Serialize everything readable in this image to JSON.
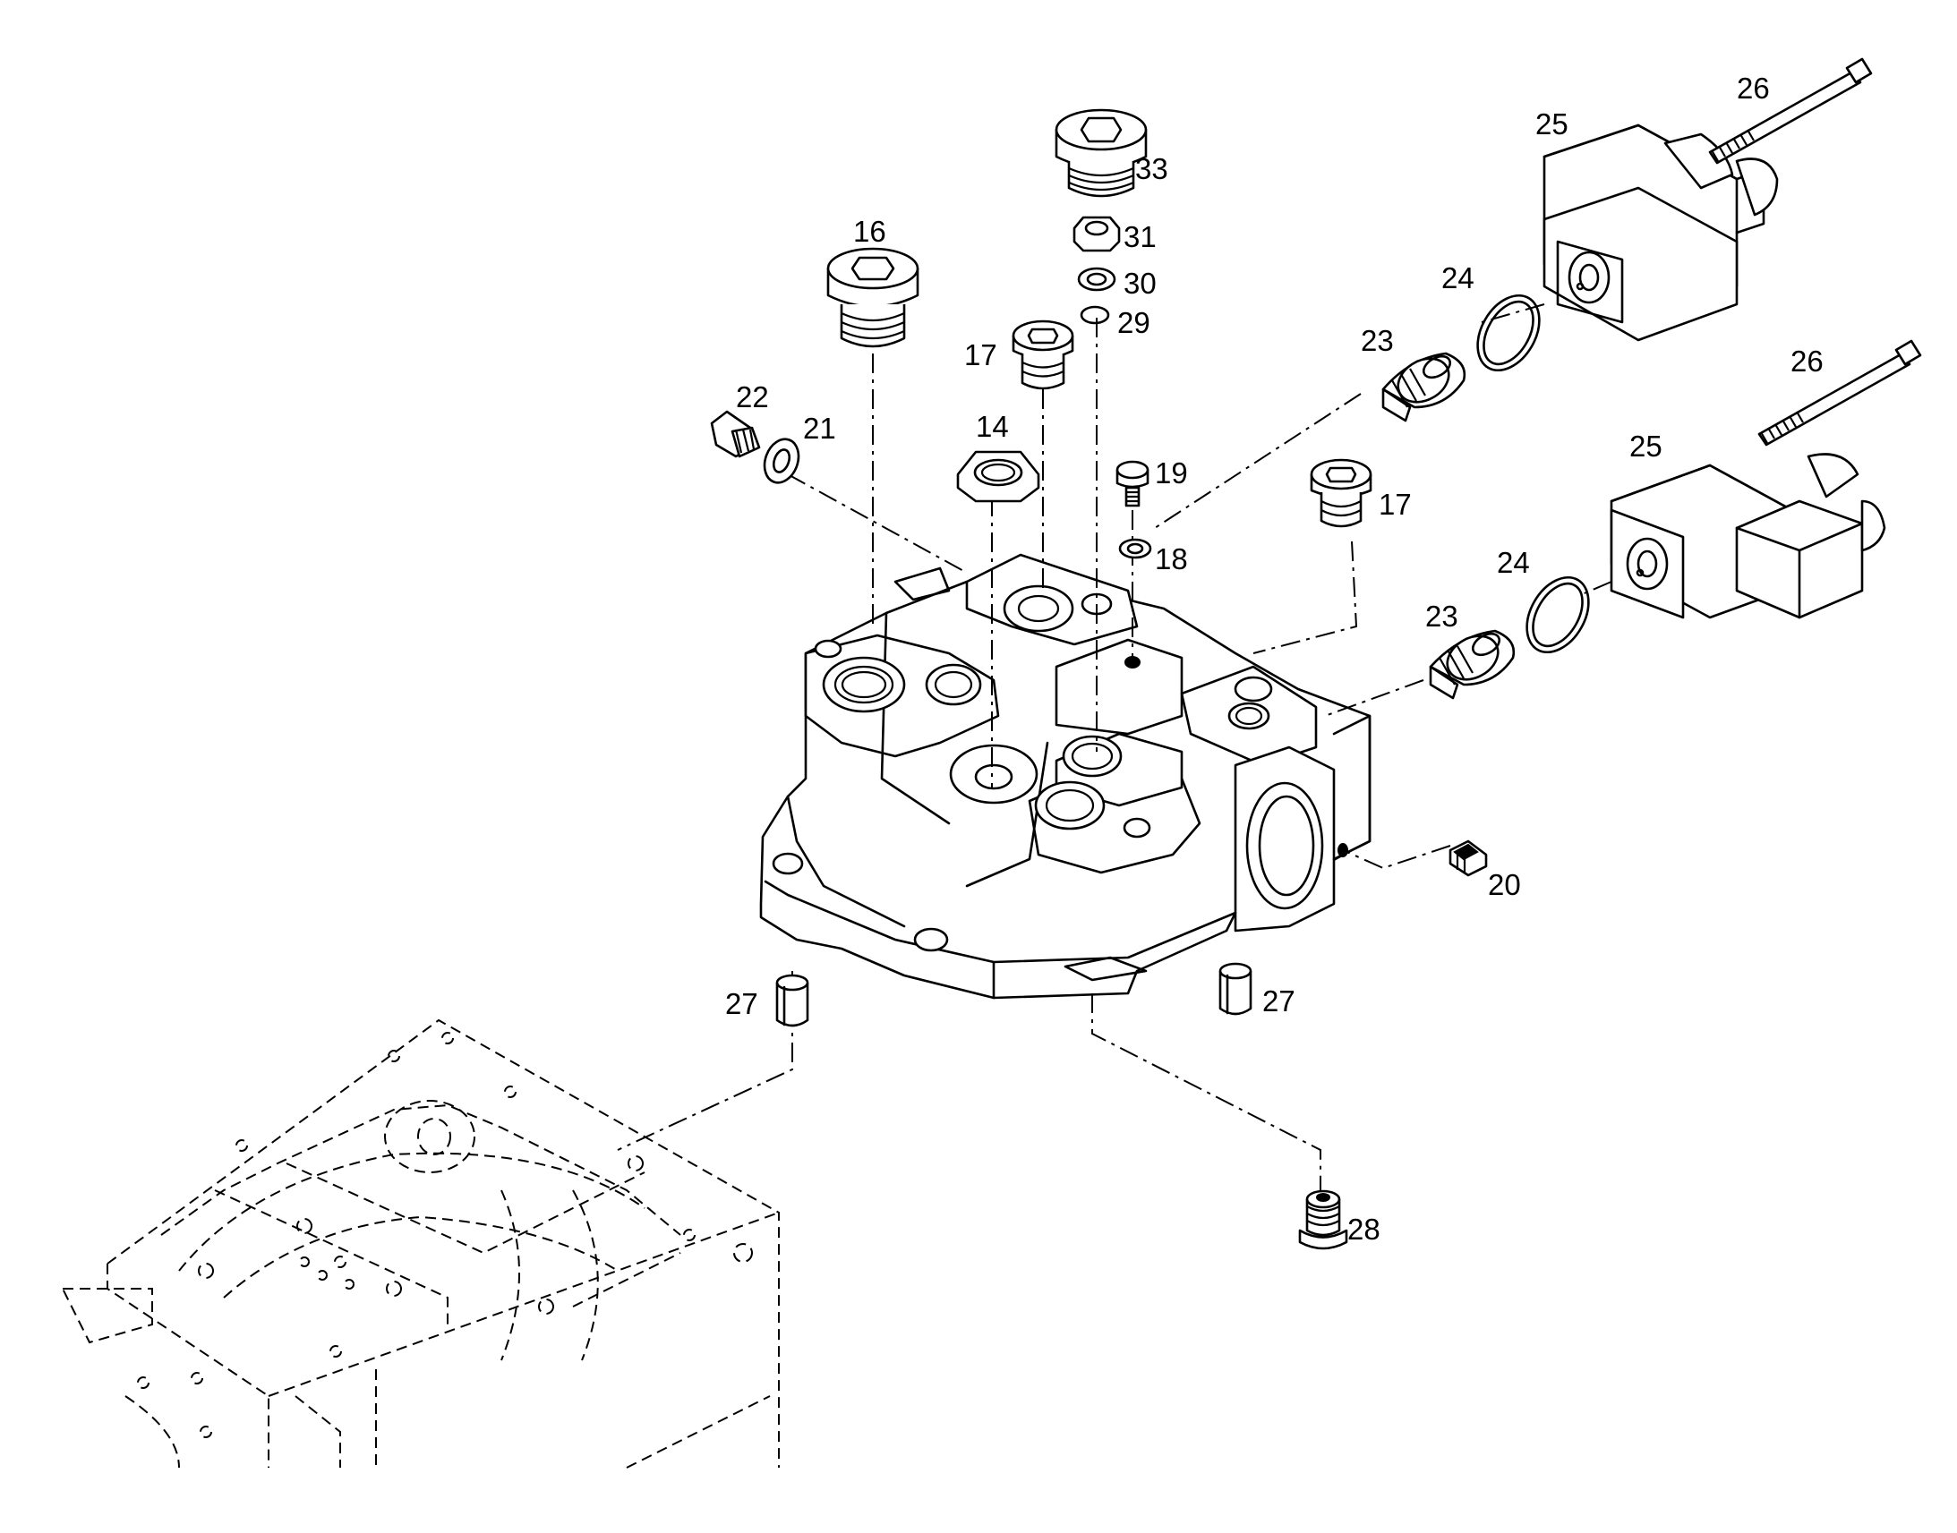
{
  "callouts": {
    "c14": "14",
    "c16": "16",
    "c17a": "17",
    "c17b": "17",
    "c18": "18",
    "c19": "19",
    "c20": "20",
    "c21": "21",
    "c22": "22",
    "c23a": "23",
    "c23b": "23",
    "c24a": "24",
    "c24b": "24",
    "c25a": "25",
    "c25b": "25",
    "c26a": "26",
    "c26b": "26",
    "c27a": "27",
    "c27b": "27",
    "c28": "28",
    "c29": "29",
    "c30": "30",
    "c31": "31",
    "c33": "33"
  }
}
